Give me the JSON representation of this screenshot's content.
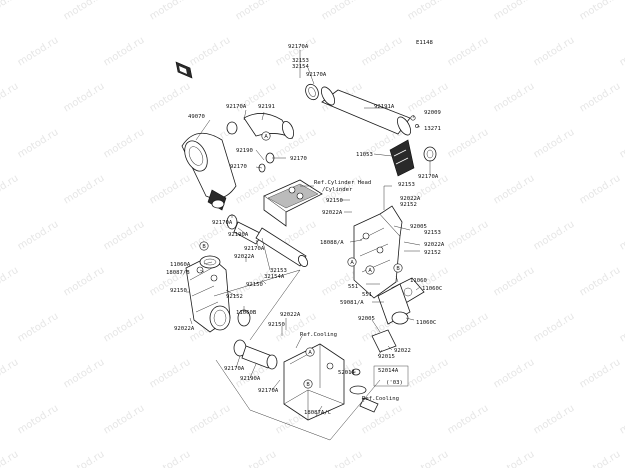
{
  "diagram": {
    "code": "E1148",
    "watermark": "motod.ru",
    "labels": [
      "92170A",
      "32153",
      "32154",
      "92170A",
      "92170A",
      "92191",
      "92191A",
      "92009",
      "13271",
      "49070",
      "92190",
      "92170",
      "92170",
      "11053",
      "92170A",
      "Ref.Cylinder Head",
      "/Cylinder",
      "92153",
      "92150",
      "92022A",
      "92022A",
      "92152",
      "92170A",
      "92190A",
      "92170A",
      "92005",
      "92153",
      "18088/A",
      "92022A",
      "92152",
      "11060A",
      "18087/B",
      "92022A",
      "32153",
      "32154A",
      "92150",
      "92152",
      "11060",
      "551",
      "11060C",
      "551",
      "59081/A",
      "11060C",
      "92150",
      "92022A",
      "11060B",
      "92022A",
      "92150",
      "Ref.Cooling",
      "92005",
      "92015",
      "92022",
      "92170A",
      "92190A",
      "52014",
      "52014A",
      "('03)",
      "92170A",
      "18087A/C",
      "Ref.Cooling"
    ],
    "callouts": [
      "A",
      "B",
      "A",
      "B",
      "A",
      "A",
      "B"
    ]
  }
}
